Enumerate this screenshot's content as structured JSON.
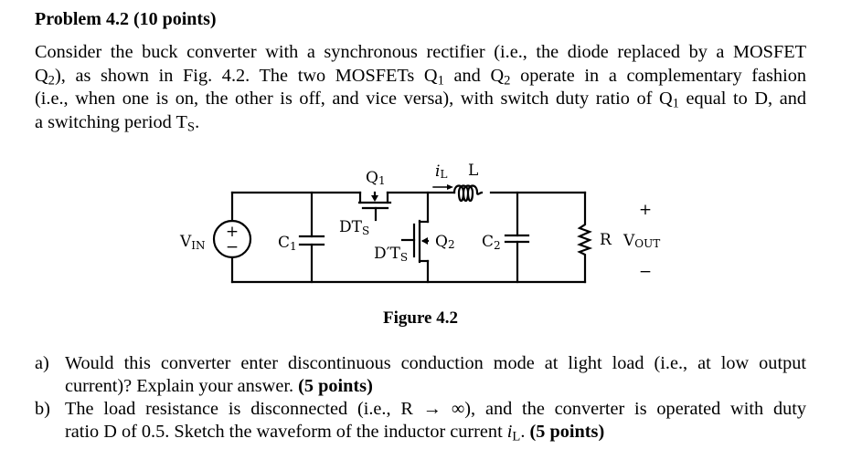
{
  "problem": {
    "title": "Problem 4.2 (10 points)",
    "intro_lines": [
      {
        "parts": [
          {
            "t": "Consider the buck converter with a synchronous rectifier (i.e., the diode replaced by a MOSFET"
          }
        ]
      },
      {
        "parts": [
          {
            "t": "Q"
          },
          {
            "sub": "2"
          },
          {
            "t": "), as shown in Fig. 4.2. The two MOSFETs Q"
          },
          {
            "sub": "1"
          },
          {
            "t": " and Q"
          },
          {
            "sub": "2"
          },
          {
            "t": " operate in a complementary fashion"
          }
        ]
      },
      {
        "parts": [
          {
            "t": "(i.e., when one is on, the other is off, and vice versa), with switch duty ratio of Q"
          },
          {
            "sub": "1"
          },
          {
            "t": " equal to D, and"
          }
        ]
      },
      {
        "parts": [
          {
            "t": "a switching period T"
          },
          {
            "sub": "S"
          },
          {
            "t": "."
          }
        ]
      }
    ]
  },
  "figure": {
    "caption": "Figure 4.2",
    "labels": {
      "vin": "V",
      "vin_sub": "IN",
      "c1": "C",
      "c1_sub": "1",
      "q1": "Q",
      "q1_sub": "1",
      "q1_gate": "DT",
      "q1_gate_sub": "S",
      "q2": "Q",
      "q2_sub": "2",
      "q2_gate": "D′T",
      "q2_gate_sub": "S",
      "il": "i",
      "il_sub": "L",
      "l": "L",
      "c2": "C",
      "c2_sub": "2",
      "r": "R",
      "vout": "V",
      "vout_sub": "OUT",
      "plus": "+",
      "minus": "−",
      "src_plus": "+",
      "src_minus": "−"
    }
  },
  "questions": [
    {
      "label": "a)",
      "lines": [
        {
          "parts": [
            {
              "t": "Would this converter enter discontinuous conduction mode at light load (i.e., at low output"
            }
          ]
        },
        {
          "parts": [
            {
              "t": "current)? Explain your answer. "
            },
            {
              "b": "(5 points)"
            }
          ]
        }
      ]
    },
    {
      "label": "b)",
      "lines": [
        {
          "parts": [
            {
              "t": "The load resistance is disconnected (i.e., R → ∞), and the converter is operated with duty"
            }
          ]
        },
        {
          "parts": [
            {
              "t": "ratio D of 0.5. Sketch the waveform of the inductor current "
            },
            {
              "i": "i"
            },
            {
              "sub": "L"
            },
            {
              "t": ". "
            },
            {
              "b": "(5 points)"
            }
          ]
        }
      ]
    }
  ]
}
